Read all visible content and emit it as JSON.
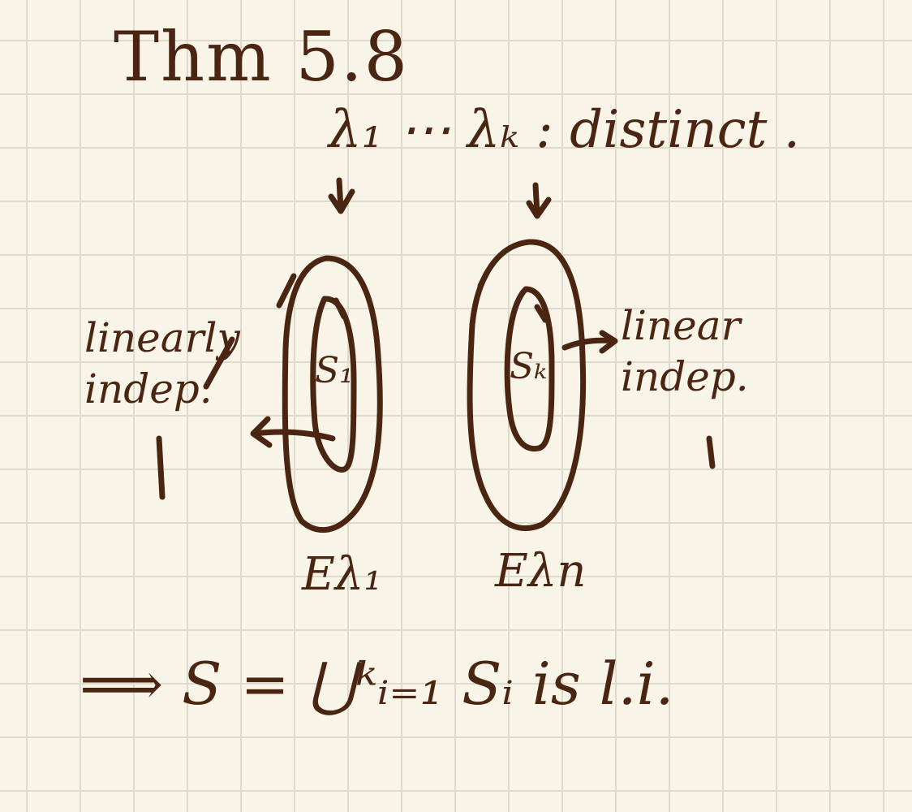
{
  "note": {
    "title": "Thm 5.8",
    "eigenvalues_line": "λ₁ ⋯ λₖ : distinct .",
    "left_annotation": [
      "linearly",
      "indep."
    ],
    "right_annotation": [
      "linear",
      "indep."
    ],
    "subset_1": "S₁",
    "subset_k": "Sₖ",
    "eigenspace_1": "Eλ₁",
    "eigenspace_n": "Eλn",
    "conclusion": "⟹ S = ⋃ᵏᵢ₌₁ Sᵢ  is  l.i."
  },
  "colors": {
    "paper": "#f8f4e8",
    "grid": "#dedbcc",
    "ink": "#4a2512"
  },
  "icons": {
    "arrow_down": "arrow-down-icon",
    "arrow_left": "arrow-left-icon",
    "arrow_right": "arrow-right-icon"
  }
}
